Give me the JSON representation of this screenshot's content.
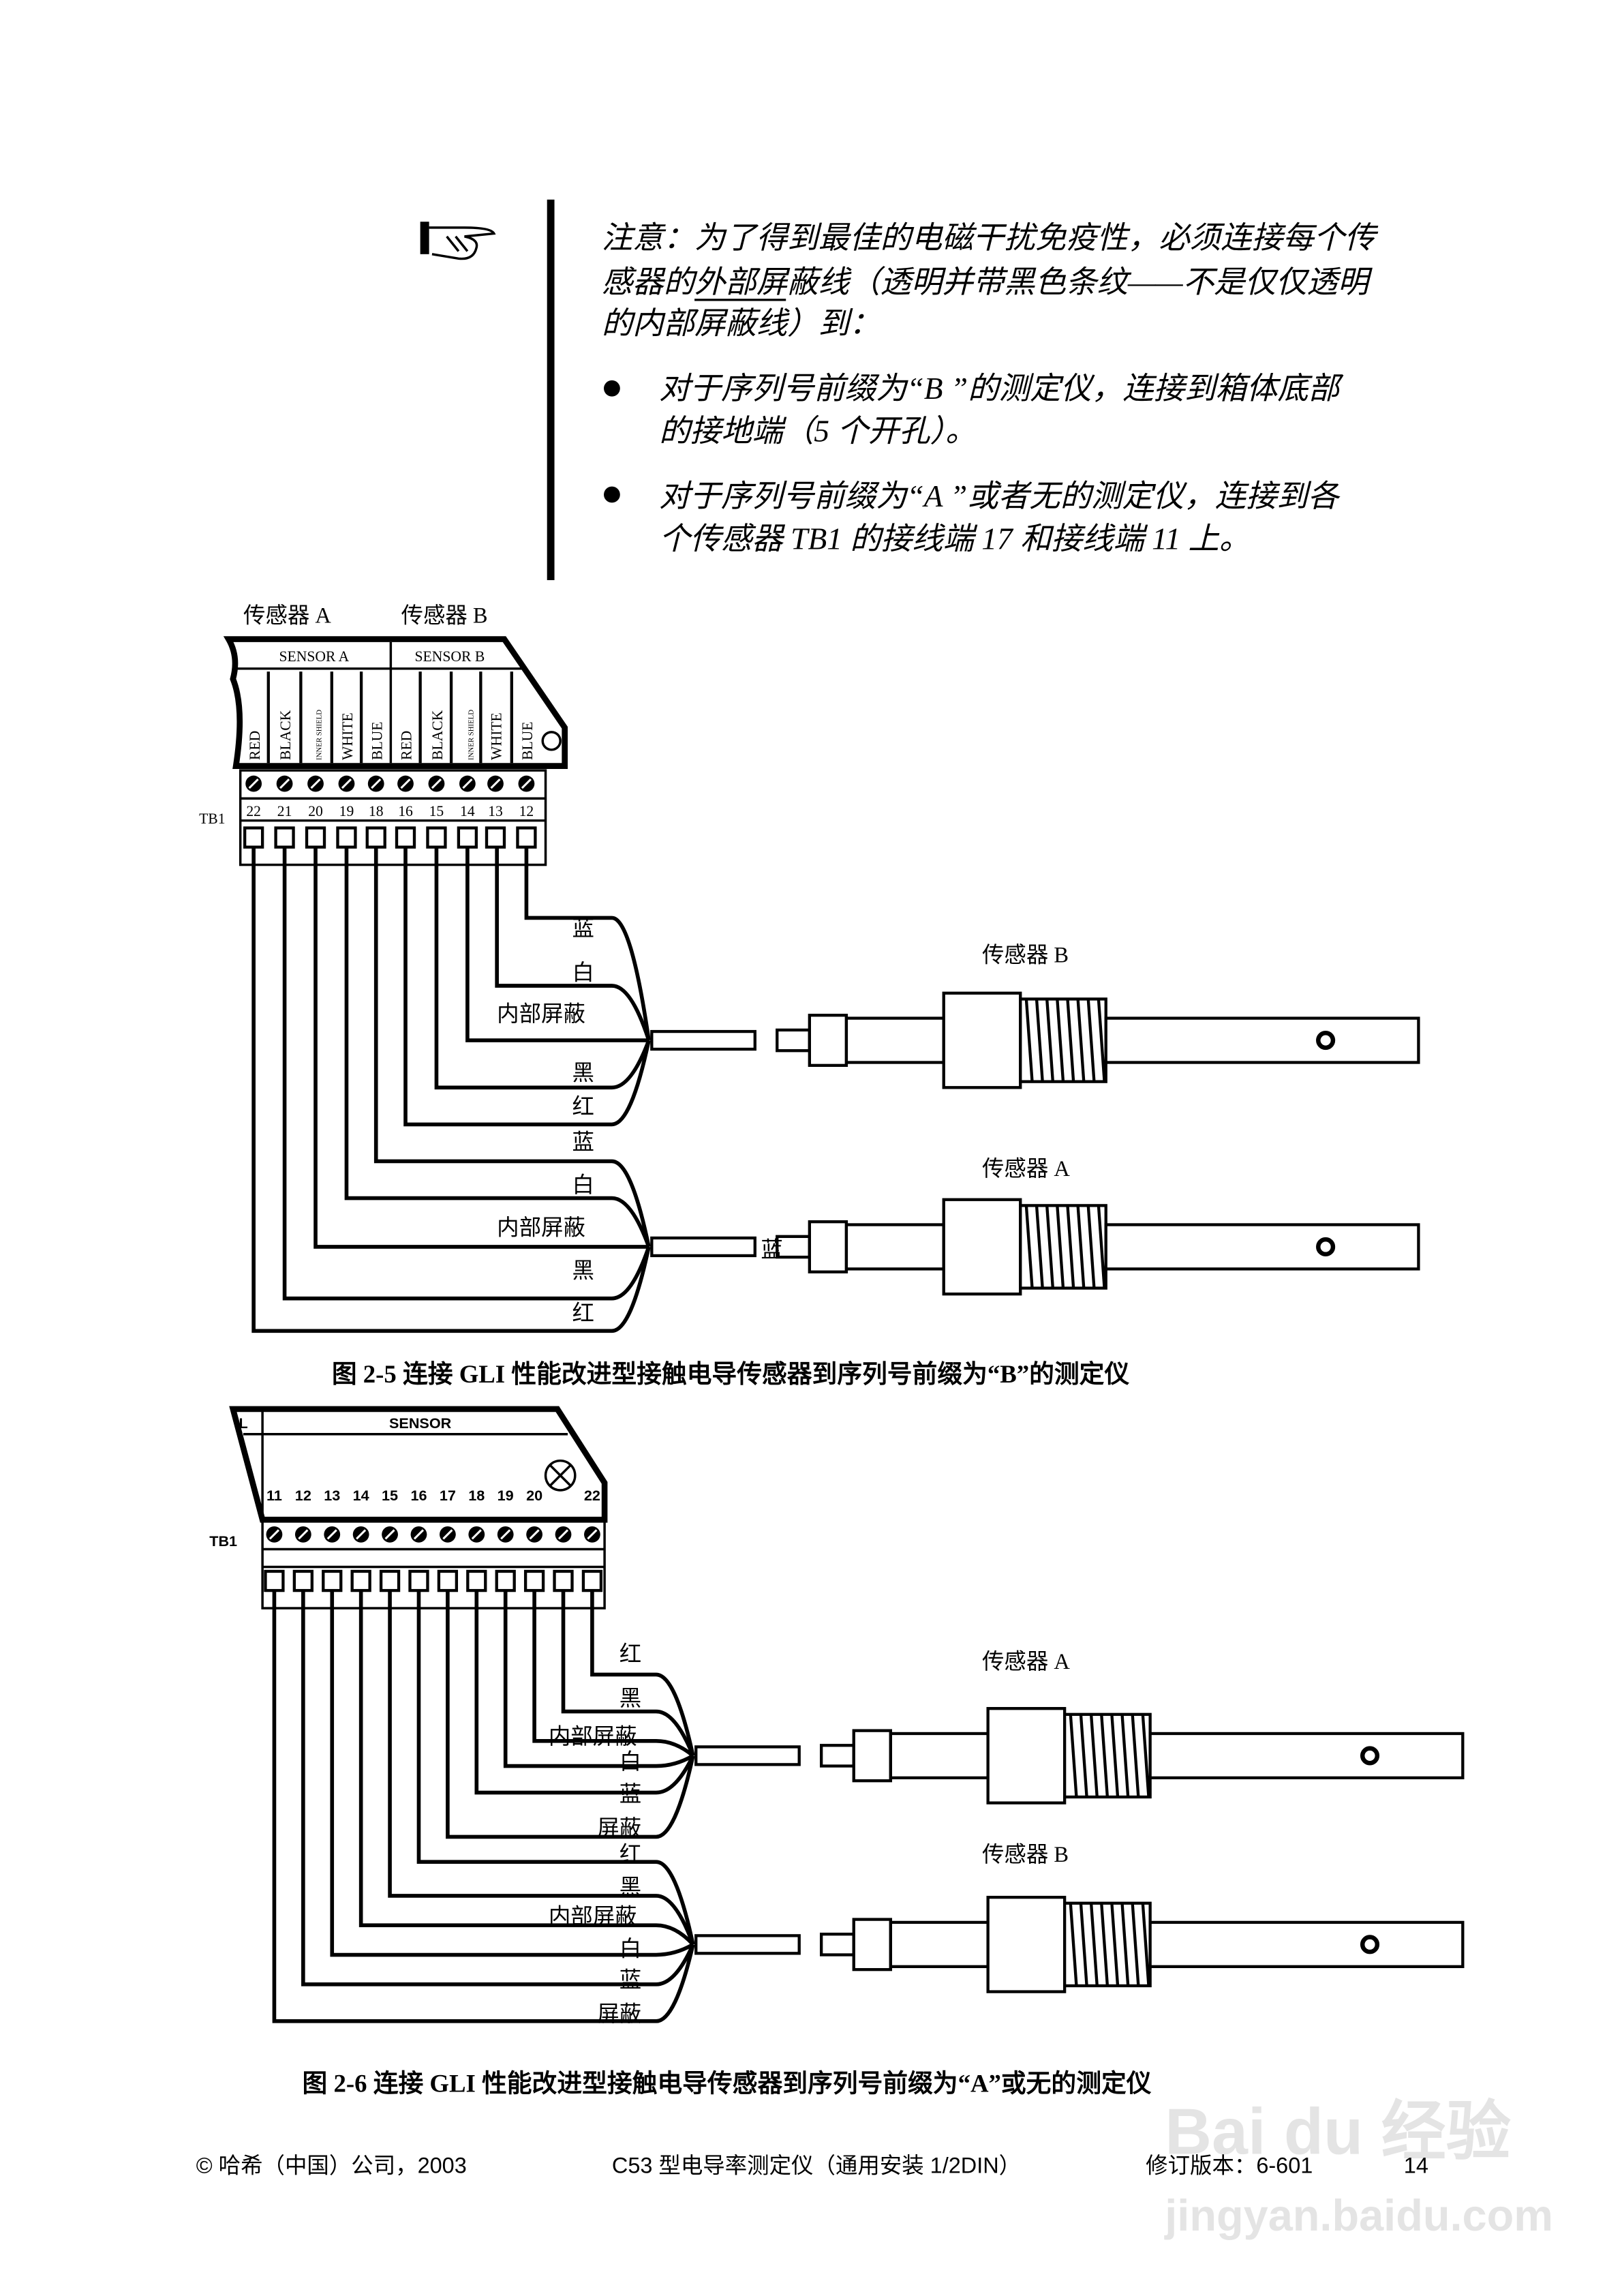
{
  "note": {
    "icon": "pointing-hand-icon",
    "lines": [
      "注意：为了得到最佳的电磁干扰免疫性，必须连接每个传",
      "感器的外部屏蔽线（透明并带黑色条纹——不是仅仅透明",
      "的内部屏蔽线）到："
    ],
    "underlined": "外部",
    "bullets": [
      [
        "对于序列号前缀为“B ”的测定仪，连接到箱体底部",
        "的接地端（5 个开孔）。"
      ],
      [
        "对于序列号前缀为“A ”或者无的测定仪，连接到各",
        "个传感器 TB1 的接线端 17 和接线端 11 上。"
      ]
    ]
  },
  "figure1": {
    "sensor_a_title": "传感器 A",
    "sensor_b_title": "传感器 B",
    "header_a": "SENSOR A",
    "header_b": "SENSOR B",
    "columns": [
      "RED",
      "BLACK",
      "INNER SHIELD",
      "WHITE",
      "BLUE",
      "RED",
      "BLACK",
      "INNER SHIELD",
      "WHITE",
      "BLUE"
    ],
    "terminals": [
      "22",
      "21",
      "20",
      "19",
      "18",
      "16",
      "15",
      "14",
      "13",
      "12"
    ],
    "tb_label": "TB1",
    "wire_labels_b": [
      "蓝",
      "白",
      "内部屏蔽",
      "黑",
      "红"
    ],
    "wire_labels_a": [
      "蓝",
      "白",
      "内部屏蔽",
      "黑",
      "红"
    ],
    "stray_label": "蓝",
    "probe_b_label": "传感器 B",
    "probe_a_label": "传感器 A",
    "caption": "图 2-5    连接 GLI 性能改进型接触电导传感器到序列号前缀为“B”的测定仪"
  },
  "figure2": {
    "header": "SENSOR",
    "corner": "L",
    "terminals": [
      "11",
      "12",
      "13",
      "14",
      "15",
      "16",
      "17",
      "18",
      "19",
      "20",
      "",
      "22"
    ],
    "tb_label": "TB1",
    "wire_labels_a": [
      "红",
      "黑",
      "内部屏蔽",
      "白",
      "蓝",
      "屏蔽"
    ],
    "wire_labels_b": [
      "红",
      "黑",
      "内部屏蔽",
      "白",
      "蓝",
      "屏蔽"
    ],
    "probe_a_label": "传感器 A",
    "probe_b_label": "传感器 B",
    "caption": "图 2-6    连接 GLI 性能改进型接触电导传感器到序列号前缀为“A”或无的测定仪"
  },
  "footer": {
    "copyright": "© 哈希（中国）公司，2003",
    "title": "C53 型电导率测定仪（通用安装 1/2DIN）",
    "revision": "修订版本：6-601",
    "page": "14"
  },
  "watermark": {
    "brand": "Baidu 经验",
    "url": "jingyan.baidu.com"
  }
}
